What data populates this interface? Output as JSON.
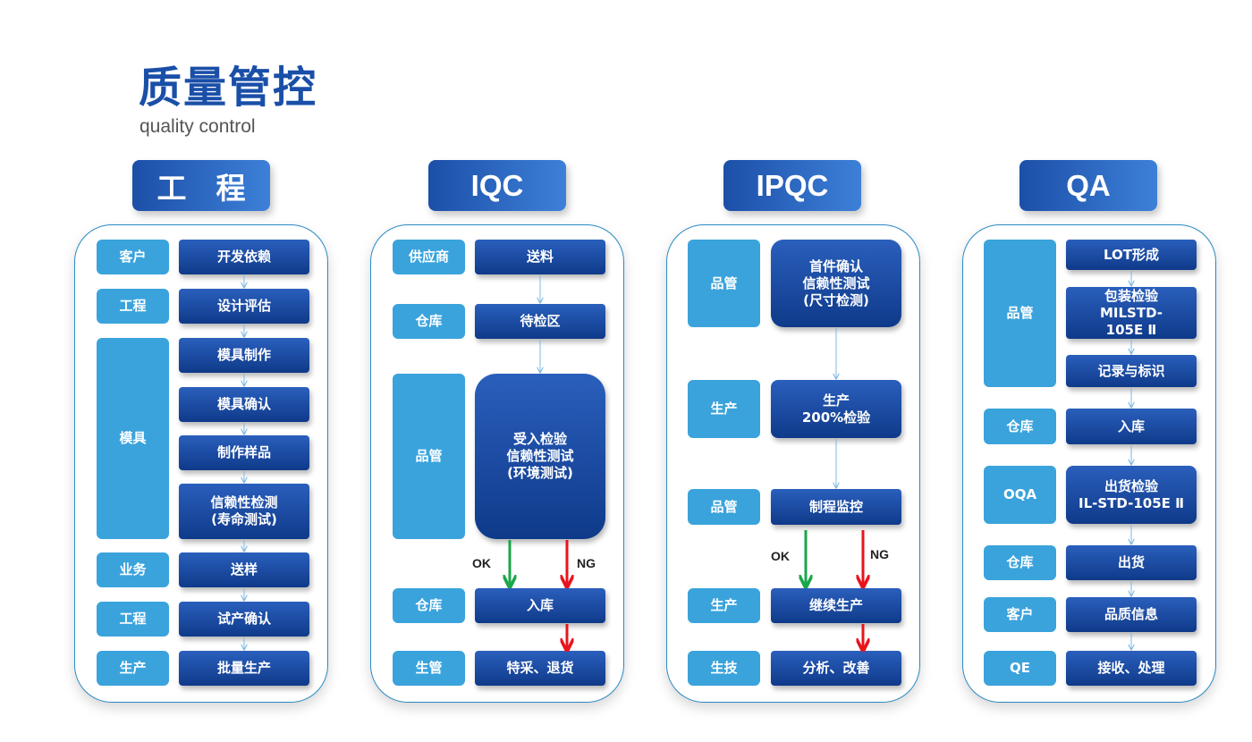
{
  "title": "质量管控",
  "subtitle": "quality control",
  "columns": [
    {
      "header": "工　程",
      "roles": [
        "客户",
        "工程",
        "模具",
        "业务",
        "工程",
        "生产"
      ],
      "steps": [
        "开发依赖",
        "设计评估",
        "模具制作",
        "模具确认",
        "制作样品",
        "信赖性检测\n(寿命测试)",
        "送样",
        "试产确认",
        "批量生产"
      ]
    },
    {
      "header": "IQC",
      "roles": [
        "供应商",
        "仓库",
        "品管",
        "仓库",
        "生管"
      ],
      "steps": [
        "送料",
        "待检区",
        "受入检验\n信赖性测试\n(环境测试)",
        "入库",
        "特采、退货"
      ],
      "ok": "OK",
      "ng": "NG"
    },
    {
      "header": "IPQC",
      "roles": [
        "品管",
        "生产",
        "品管",
        "生产",
        "生技"
      ],
      "steps": [
        "首件确认\n信赖性测试\n(尺寸检测)",
        "生产\n200%检验",
        "制程监控",
        "继续生产",
        "分析、改善"
      ],
      "ok": "OK",
      "ng": "NG"
    },
    {
      "header": "QA",
      "roles": [
        "品管",
        "仓库",
        "OQA",
        "仓库",
        "客户",
        "QE"
      ],
      "steps": [
        "LOT形成",
        "包装检验\nMILSTD-\n105E Ⅱ",
        "记录与标识",
        "入库",
        "出货检验\nIL-STD-105E Ⅱ",
        "出货",
        "品质信息",
        "接收、处理"
      ]
    }
  ],
  "colors": {
    "title": "#1a4fa8",
    "role": "#3aa3dc",
    "step": "#15438f",
    "panel_border": "#2a8ac4",
    "ok_arrow": "#1aa64a",
    "ng_arrow": "#e8141c",
    "flow_arrow": "#7fb8e2"
  }
}
